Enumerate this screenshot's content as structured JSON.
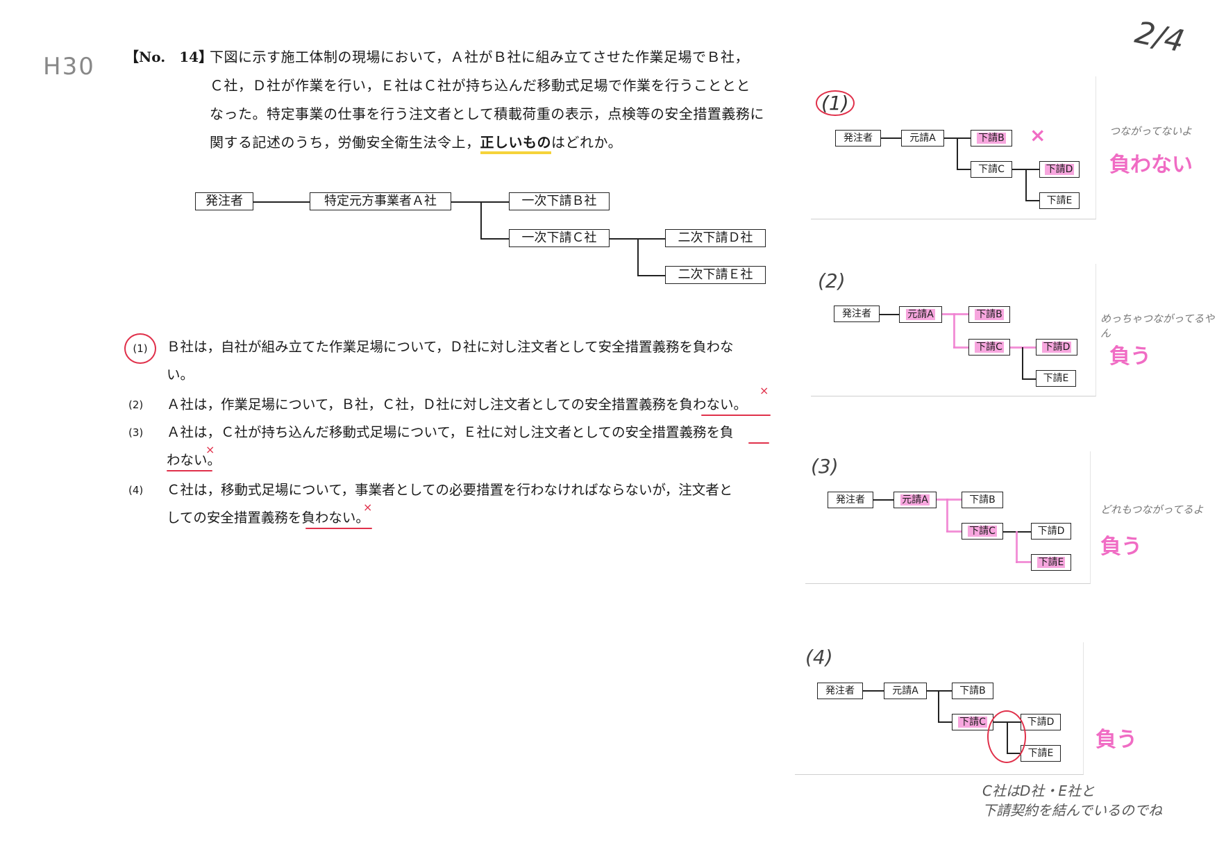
{
  "page_number": "2/4",
  "year_note": "H30",
  "question": {
    "number_label": "【No.　14】",
    "lines": [
      "下図に示す施工体制の現場において，Ａ社がＢ社に組み立てさせた作業足場でＢ社，",
      "Ｃ社，Ｄ社が作業を行い，Ｅ社はＣ社が持ち込んだ移動式足場で作業を行うこととと",
      "なった。特定事業の仕事を行う注文者として積載荷重の表示，点検等の安全措置義務に"
    ],
    "last_line_before": "関する記述のうち，労働安全衛生法令上，",
    "last_line_emph": "正しいもの",
    "last_line_after": "はどれか。"
  },
  "diagram": {
    "orderer": "発注者",
    "prime": "特定元方事業者Ａ社",
    "sub_b": "一次下請Ｂ社",
    "sub_c": "一次下請Ｃ社",
    "sub_d": "二次下請Ｄ社",
    "sub_e": "二次下請Ｅ社"
  },
  "options": [
    {
      "num": "(1)",
      "line1": "Ｂ社は，自社が組み立てた作業足場について，Ｄ社に対し注文者として安全措置義務を負わな",
      "line2": "い。"
    },
    {
      "num": "(2)",
      "line1": "Ａ社は，作業足場について，Ｂ社，Ｃ社，Ｄ社に対し注文者としての安全措置義務を負わない。"
    },
    {
      "num": "(3)",
      "line1": "Ａ社は，Ｃ社が持ち込んだ移動式足場について，Ｅ社に対し注文者としての安全措置義務を負",
      "line2": "わない。"
    },
    {
      "num": "(4)",
      "line1": "Ｃ社は，移動式足場について，事業者としての必要措置を行わなければならないが，注文者と",
      "line2": "しての安全措置義務を負わない。"
    }
  ],
  "mini": {
    "orderer": "発注者",
    "prime": "元請A",
    "b": "下請B",
    "c": "下請C",
    "d": "下請D",
    "e": "下請E"
  },
  "panels": [
    {
      "label": "(1)",
      "note": "つながってないよ",
      "verdict": "負わない",
      "mark": "×"
    },
    {
      "label": "(2)",
      "note": "めっちゃつながってるやん",
      "verdict": "負う"
    },
    {
      "label": "(3)",
      "note": "どれもつながってるよ",
      "verdict": "負う"
    },
    {
      "label": "(4)",
      "verdict": "負う"
    }
  ],
  "bottom_note": [
    "C社はD社・E社と",
    "下請契約を結んでいるのでね"
  ],
  "colors": {
    "highlight": "#f7a6de",
    "pink_text": "#f06cc4",
    "red_mark": "#e0304a",
    "yellow_underline": "#f5d33a"
  }
}
